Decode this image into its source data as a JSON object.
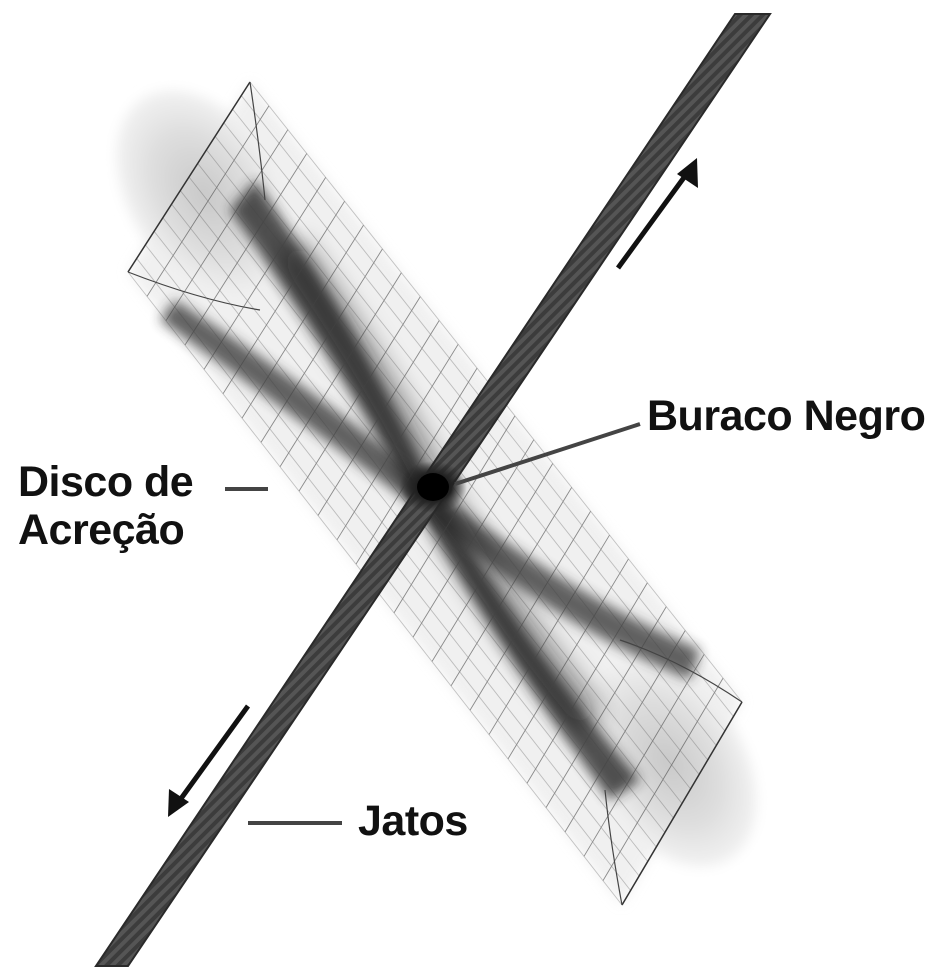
{
  "labels": {
    "black_hole": "Buraco Negro",
    "accretion_disk_line1": "Disco de",
    "accretion_disk_line2": "Acreção",
    "jets": "Jatos"
  },
  "colors": {
    "background": "#ffffff",
    "ink": "#111111",
    "disk_dark": "#1a1a1a",
    "disk_light": "#d8d8d8",
    "jet": "#3a3a3a"
  },
  "icons": [
    "arrow-up-right-icon",
    "arrow-down-left-icon"
  ]
}
